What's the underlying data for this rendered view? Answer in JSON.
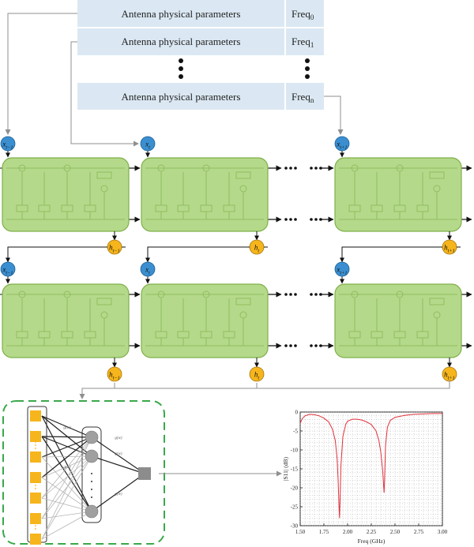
{
  "colors": {
    "table_fill": "#dbe8f3",
    "table_border": "#ffffff",
    "cell_fill": "#b5d98a",
    "cell_border": "#7fb04a",
    "input_node": "#3b8fd0",
    "hidden_node": "#f6b51c",
    "nn_input": "#f6b51c",
    "nn_hidden": "#a0a0a0",
    "nn_output": "#8c8c8c",
    "dashed_box": "#3aa84a",
    "plot_line": "#e0323c",
    "arrow_gray": "#8f8f8f"
  },
  "table": {
    "rows": [
      {
        "param": "Antenna physical parameters",
        "freq_base": "Freq",
        "freq_sub": "0"
      },
      {
        "param": "Antenna physical parameters",
        "freq_base": "Freq",
        "freq_sub": "1"
      },
      {
        "param": "Antenna physical parameters",
        "freq_base": "Freq",
        "freq_sub": "n"
      }
    ]
  },
  "lstm": {
    "inputs": [
      {
        "base": "x",
        "sub": "t−1"
      },
      {
        "base": "x",
        "sub": "t"
      },
      {
        "base": "x",
        "sub": "t+1"
      }
    ],
    "hidden": [
      {
        "base": "h",
        "sub": "t−1"
      },
      {
        "base": "h",
        "sub": "t"
      },
      {
        "base": "h",
        "sub": "t+1"
      }
    ],
    "layer_count": 2
  },
  "nn": {
    "input_count": 7,
    "hidden_count": 3,
    "weight_label": "g(w)"
  },
  "chart_data": {
    "type": "line",
    "title": "",
    "xlabel": "Freq (GHz)",
    "ylabel": "|S11| (dB)",
    "xlim": [
      1.5,
      3.0
    ],
    "ylim": [
      -30,
      0
    ],
    "x_ticks": [
      "1.50",
      "1.75",
      "2.00",
      "2.25",
      "2.50",
      "2.75",
      "3.00"
    ],
    "y_ticks": [
      "0",
      "-5",
      "-10",
      "-15",
      "-20",
      "-25",
      "-30"
    ],
    "grid": true,
    "series": [
      {
        "x": [
          1.5,
          1.52,
          1.55,
          1.6,
          1.65,
          1.7,
          1.75,
          1.8,
          1.84,
          1.87,
          1.89,
          1.9,
          1.91,
          1.915,
          1.92,
          1.93,
          1.95,
          1.98,
          2.0,
          2.05,
          2.1,
          2.15,
          2.2,
          2.25,
          2.3,
          2.33,
          2.35,
          2.37,
          2.38,
          2.385,
          2.39,
          2.4,
          2.42,
          2.45,
          2.5,
          2.6,
          2.7,
          2.8,
          2.9,
          3.0
        ],
        "y": [
          -3.0,
          -1.8,
          -1.0,
          -0.6,
          -0.7,
          -1.0,
          -1.6,
          -2.6,
          -4.5,
          -7.5,
          -12.5,
          -18.0,
          -25.0,
          -28.0,
          -24.0,
          -14.0,
          -6.5,
          -3.3,
          -2.4,
          -1.9,
          -1.9,
          -2.1,
          -2.6,
          -3.3,
          -5.0,
          -7.5,
          -10.5,
          -15.5,
          -19.5,
          -21.3,
          -18.0,
          -9.0,
          -4.0,
          -2.2,
          -1.4,
          -0.9,
          -0.6,
          -0.5,
          -0.4,
          -0.4
        ]
      }
    ]
  }
}
